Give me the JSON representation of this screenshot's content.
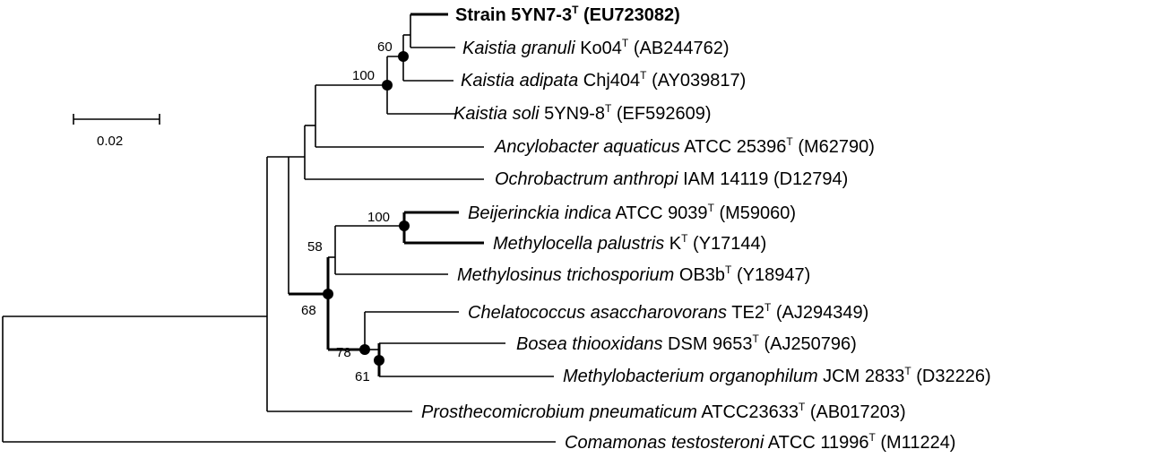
{
  "tree": {
    "scale_bar_label": "0.02",
    "taxa": [
      {
        "id": "strain",
        "genus": "Strain",
        "epithet": "",
        "strain": "5YN7-3",
        "type_strain": true,
        "accession": "(EU723082)",
        "italic": false,
        "bold": true
      },
      {
        "id": "kgranuli",
        "genus": "Kaistia",
        "epithet": "granuli",
        "strain": "Ko04",
        "type_strain": true,
        "accession": "(AB244762)",
        "italic": true,
        "bold": false
      },
      {
        "id": "kadipata",
        "genus": "Kaistia",
        "epithet": "adipata",
        "strain": "Chj404",
        "type_strain": true,
        "accession": "(AY039817)",
        "italic": true,
        "bold": false
      },
      {
        "id": "ksoli",
        "genus": "Kaistia",
        "epithet": "soli",
        "strain": "5YN9-8",
        "type_strain": true,
        "accession": "(EF592609)",
        "italic": true,
        "bold": false
      },
      {
        "id": "ancylo",
        "genus": "Ancylobacter",
        "epithet": "aquaticus",
        "strain": "ATCC 25396",
        "type_strain": true,
        "accession": "(M62790)",
        "italic": true,
        "bold": false
      },
      {
        "id": "ochro",
        "genus": "Ochrobactrum",
        "epithet": "anthropi",
        "strain": "IAM 14119",
        "type_strain": false,
        "accession": "(D12794)",
        "italic": true,
        "bold": false
      },
      {
        "id": "beij",
        "genus": "Beijerinckia",
        "epithet": "indica",
        "strain": "ATCC 9039",
        "type_strain": true,
        "accession": "(M59060)",
        "italic": true,
        "bold": false
      },
      {
        "id": "methylocella",
        "genus": "Methylocella",
        "epithet": "palustris",
        "strain": "K",
        "type_strain": true,
        "accession": "(Y17144)",
        "italic": true,
        "bold": false
      },
      {
        "id": "methylosinus",
        "genus": "Methylosinus",
        "epithet": "trichosporium",
        "strain": "OB3b",
        "type_strain": true,
        "accession": "(Y18947)",
        "italic": true,
        "bold": false
      },
      {
        "id": "chelato",
        "genus": "Chelatococcus",
        "epithet": "asaccharovorans",
        "strain": "TE2",
        "type_strain": true,
        "accession": "(AJ294349)",
        "italic": true,
        "bold": false
      },
      {
        "id": "bosea",
        "genus": "Bosea",
        "epithet": "thiooxidans",
        "strain": "DSM 9653",
        "type_strain": true,
        "accession": "(AJ250796)",
        "italic": true,
        "bold": false
      },
      {
        "id": "methylobact",
        "genus": "Methylobacterium",
        "epithet": "organophilum",
        "strain": "JCM 2833",
        "type_strain": true,
        "accession": "(D32226)",
        "italic": true,
        "bold": false
      },
      {
        "id": "prostheco",
        "genus": "Prosthecomicrobium",
        "epithet": "pneumaticum",
        "strain": "ATCC23633",
        "type_strain": true,
        "accession": "(AB017203)",
        "italic": true,
        "bold": false
      },
      {
        "id": "comamonas",
        "genus": "Comamonas",
        "epithet": "testosteroni",
        "strain": "ATCC 11996",
        "type_strain": true,
        "accession": "(M11224)",
        "italic": true,
        "bold": false
      }
    ],
    "bootstrap": {
      "kgranuli_kadipata": "60",
      "kaistia": "100",
      "beij_methylocella": "100",
      "methylo_group": "58",
      "big_group": "68",
      "bosea_group": "78",
      "bosea_methylobact": "61"
    },
    "type_strain_mark": "T"
  }
}
